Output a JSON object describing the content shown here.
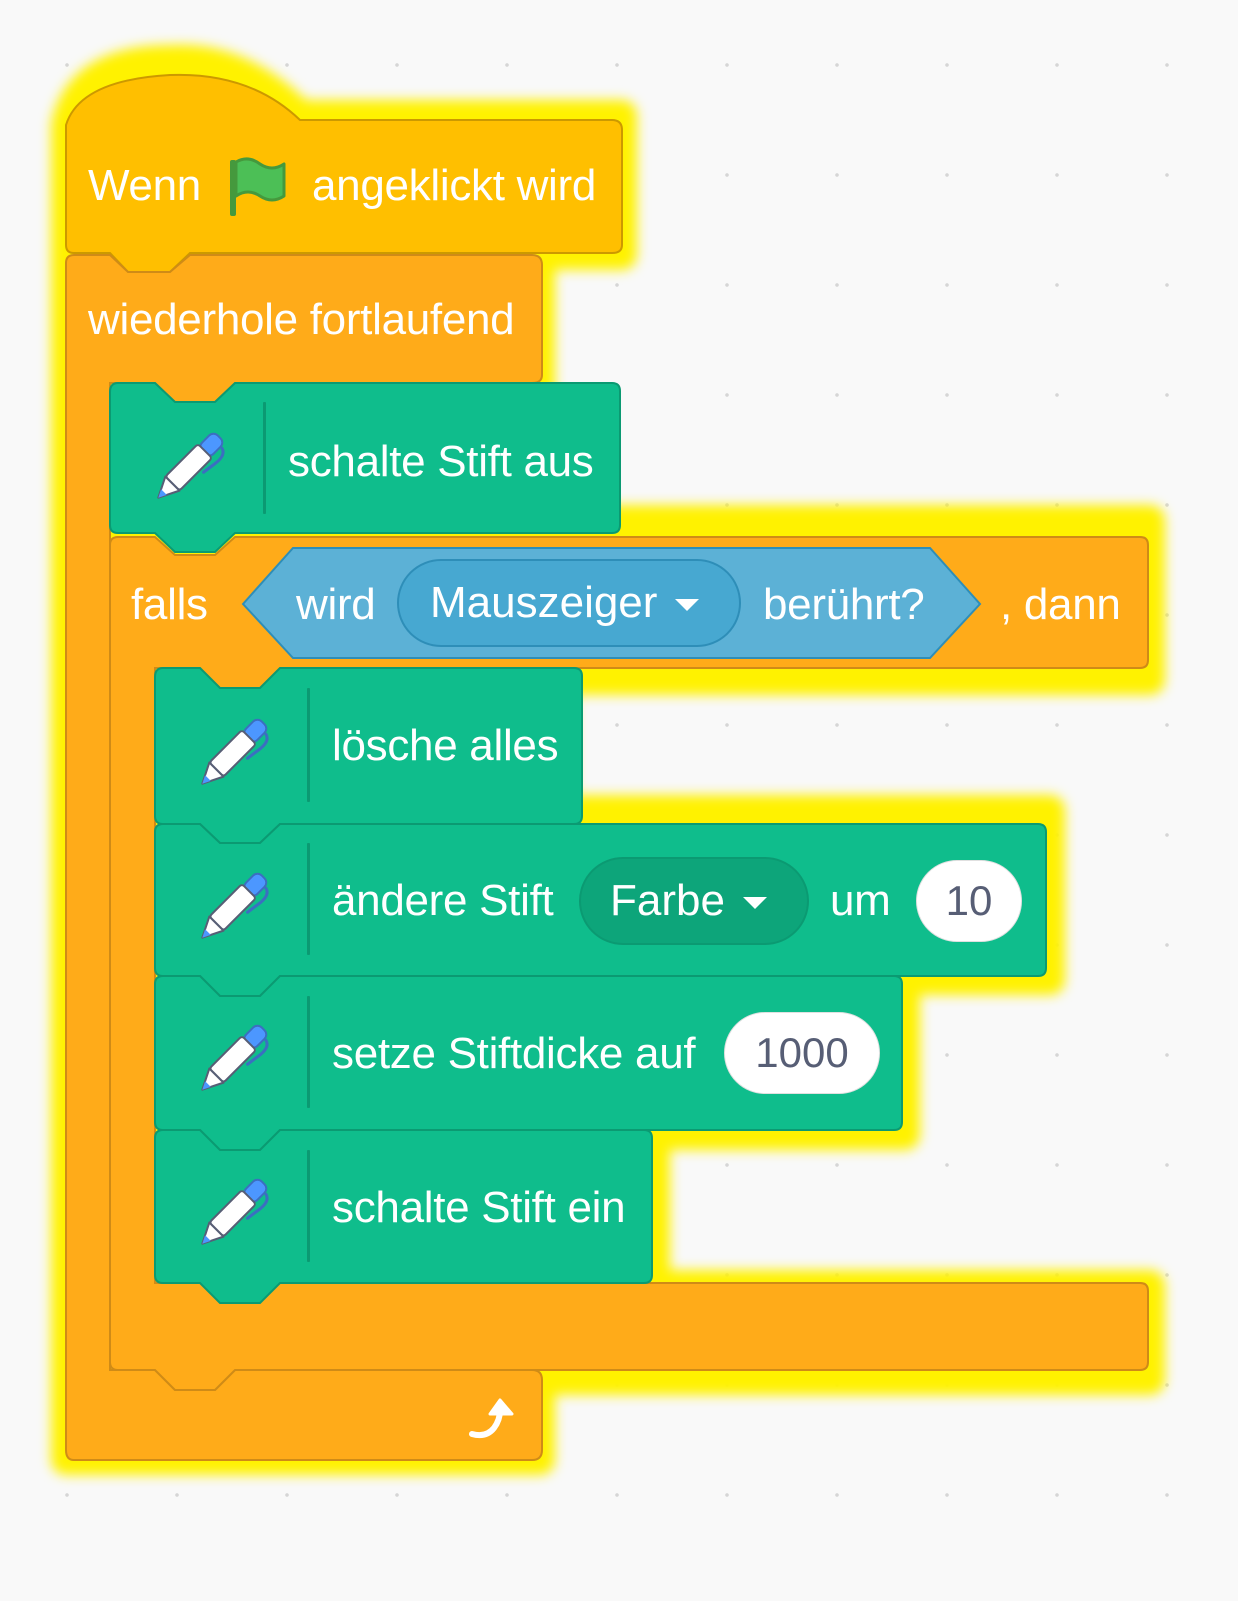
{
  "colors": {
    "events": "#ffbf00",
    "control": "#ffab19",
    "pen": "#0fbd8c",
    "sensing": "#5cb1d6",
    "highlight": "#fff200"
  },
  "hat_block": {
    "prefix": "Wenn",
    "icon": "green-flag-icon",
    "suffix": "angeklickt wird"
  },
  "forever_block": {
    "label": "wiederhole fortlaufend",
    "end_icon": "repeat-arrow-icon"
  },
  "pen_up_block": {
    "label": "schalte Stift aus",
    "icon": "pen-icon"
  },
  "if_block": {
    "prefix": "falls",
    "suffix": ", dann",
    "condition": {
      "prefix": "wird",
      "dropdown_value": "Mauszeiger",
      "suffix": "berührt?"
    }
  },
  "clear_block": {
    "label": "lösche alles",
    "icon": "pen-icon"
  },
  "change_pen_block": {
    "prefix": "ändere Stift",
    "dropdown_value": "Farbe",
    "middle": "um",
    "value": "10",
    "icon": "pen-icon"
  },
  "set_size_block": {
    "prefix": "setze Stiftdicke auf",
    "value": "1000",
    "icon": "pen-icon"
  },
  "pen_down_block": {
    "label": "schalte Stift ein",
    "icon": "pen-icon"
  }
}
